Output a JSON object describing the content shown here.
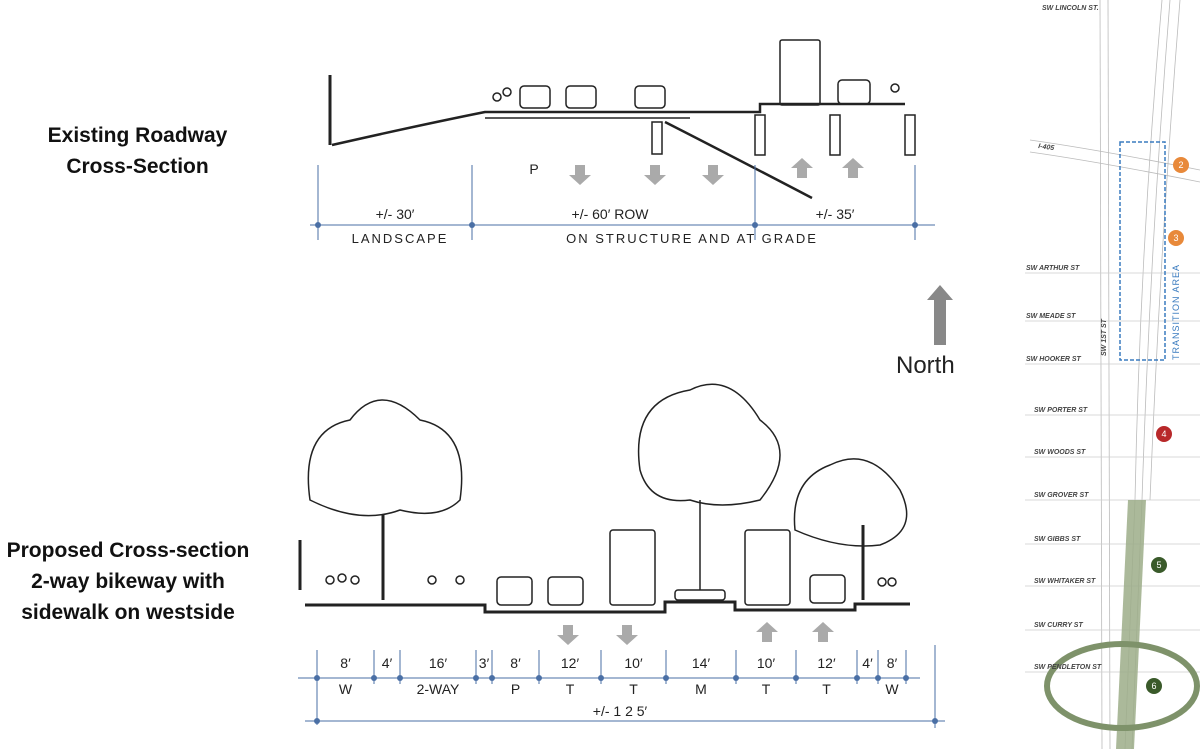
{
  "existing": {
    "title_line1": "Existing Roadway",
    "title_line2": "Cross-Section",
    "lane_label": "P",
    "dims": [
      "+/- 30′",
      "+/- 60′ ROW",
      "+/- 35′"
    ],
    "captions": [
      "LANDSCAPE",
      "ON STRUCTURE AND AT GRADE"
    ]
  },
  "proposed": {
    "title_line1": "Proposed Cross-section",
    "title_line2": "2-way bikeway with",
    "title_line3": "sidewalk on westside",
    "segments": [
      {
        "dim": "8′",
        "code": "W"
      },
      {
        "dim": "4′",
        "code": ""
      },
      {
        "dim": "16′",
        "code": "2-WAY"
      },
      {
        "dim": "3′",
        "code": ""
      },
      {
        "dim": "8′",
        "code": "P"
      },
      {
        "dim": "12′",
        "code": "T"
      },
      {
        "dim": "10′",
        "code": "T"
      },
      {
        "dim": "14′",
        "code": "M"
      },
      {
        "dim": "10′",
        "code": "T"
      },
      {
        "dim": "12′",
        "code": "T"
      },
      {
        "dim": "4′",
        "code": ""
      },
      {
        "dim": "8′",
        "code": "W"
      }
    ],
    "total": "+/- 1 2 5′"
  },
  "north": {
    "label": "North",
    "icon": "arrow-up-icon"
  },
  "map": {
    "streets": [
      "SW LINCOLN ST.",
      "I-405",
      "SW ARTHUR ST",
      "SW MEADE ST",
      "SW HOOKER ST",
      "SW PORTER ST",
      "SW WOODS ST",
      "SW GROVER ST",
      "SW GIBBS ST",
      "SW WHITAKER ST",
      "SW CURRY ST",
      "SW PENDLETON ST"
    ],
    "side_street": "SW 1ST ST",
    "area_label": "TRANSITION AREA",
    "markers": [
      "2",
      "3",
      "4",
      "5",
      "6"
    ],
    "colors": {
      "orange": "#e8893a",
      "red": "#b8282a",
      "green": "#3a5a2a",
      "band": "#9cad88",
      "ellipse": "#7e926a",
      "dash": "#3a7bbf"
    }
  }
}
